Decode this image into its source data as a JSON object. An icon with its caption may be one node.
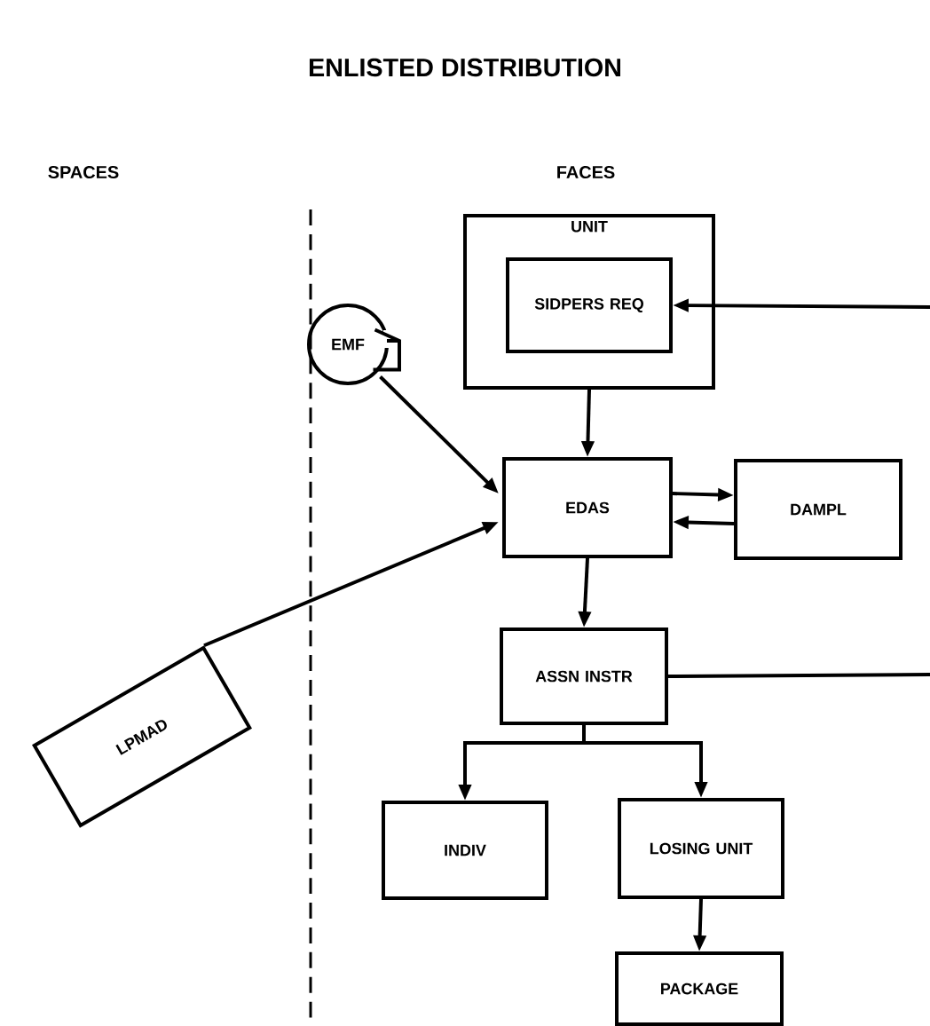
{
  "diagram": {
    "title": "ENLISTED DISTRIBUTION",
    "nodes": [
      {
        "text": [
          "UNIT"
        ]
      },
      {
        "text": [
          "SIDPERS REQ"
        ],
        "in": 0
      },
      {
        "text": [
          "EMF"
        ]
      },
      {
        "text": [
          "EDAS"
        ]
      },
      {
        "text": [
          "DAMPL"
        ]
      },
      {
        "text": [
          "LPMAD"
        ]
      },
      {
        "text": [
          "ASSN INSTR"
        ]
      },
      {
        "text": [
          "INDIV"
        ]
      },
      {
        "text": [
          "LOSING UNIT"
        ]
      },
      {
        "text": [
          "PACKAGE"
        ]
      }
    ],
    "edges": [
      {
        "from": 0,
        "to": 3,
        "arrow": "to"
      },
      {
        "from": 2,
        "to": 3,
        "arrow": "to"
      },
      {
        "from": 3,
        "to": 4,
        "arrow": "to"
      },
      {
        "from": 4,
        "to": 3,
        "arrow": "to"
      },
      {
        "from": 5,
        "to": 3,
        "arrow": "to"
      },
      {
        "from": 3,
        "to": 6,
        "arrow": "to"
      },
      {
        "from": 6,
        "to": 7,
        "arrow": "to"
      },
      {
        "from": 6,
        "to": 8,
        "arrow": "to"
      },
      {
        "from": 8,
        "to": 9,
        "arrow": "to"
      },
      {
        "from": null,
        "to": 1,
        "arrow": "to"
      },
      {
        "from": 6,
        "to": null,
        "arrow": "none"
      }
    ],
    "labels": [
      "SPACES",
      "FACES"
    ]
  }
}
